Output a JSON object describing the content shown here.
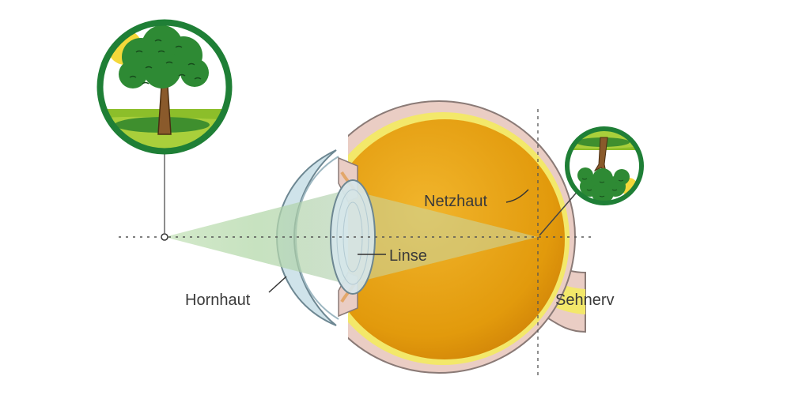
{
  "labels": {
    "hornhaut": "Hornhaut",
    "linse": "Linse",
    "netzhaut": "Netzhaut",
    "sehnerv": "Sehnerv"
  },
  "colors": {
    "eyeball": "#e7a10f",
    "eyeball_dark": "#c97a06",
    "sclera": "#eacdc4",
    "sclera_outline": "#8a7a76",
    "retina": "#f3e86a",
    "cornea": "#cfe3ea",
    "lens": "#d6e6ea",
    "light_cone": "#b9dbb0",
    "inset_ring": "#1f7f36",
    "grass": "#8cbe2a",
    "grass_dark": "#3f8f2e",
    "tree_crown": "#2e8a34",
    "trunk": "#8a5a2b",
    "sun": "#f4d83a"
  },
  "icons": {
    "object_view": "upright-tree-icon",
    "retina_image": "inverted-tree-icon"
  }
}
